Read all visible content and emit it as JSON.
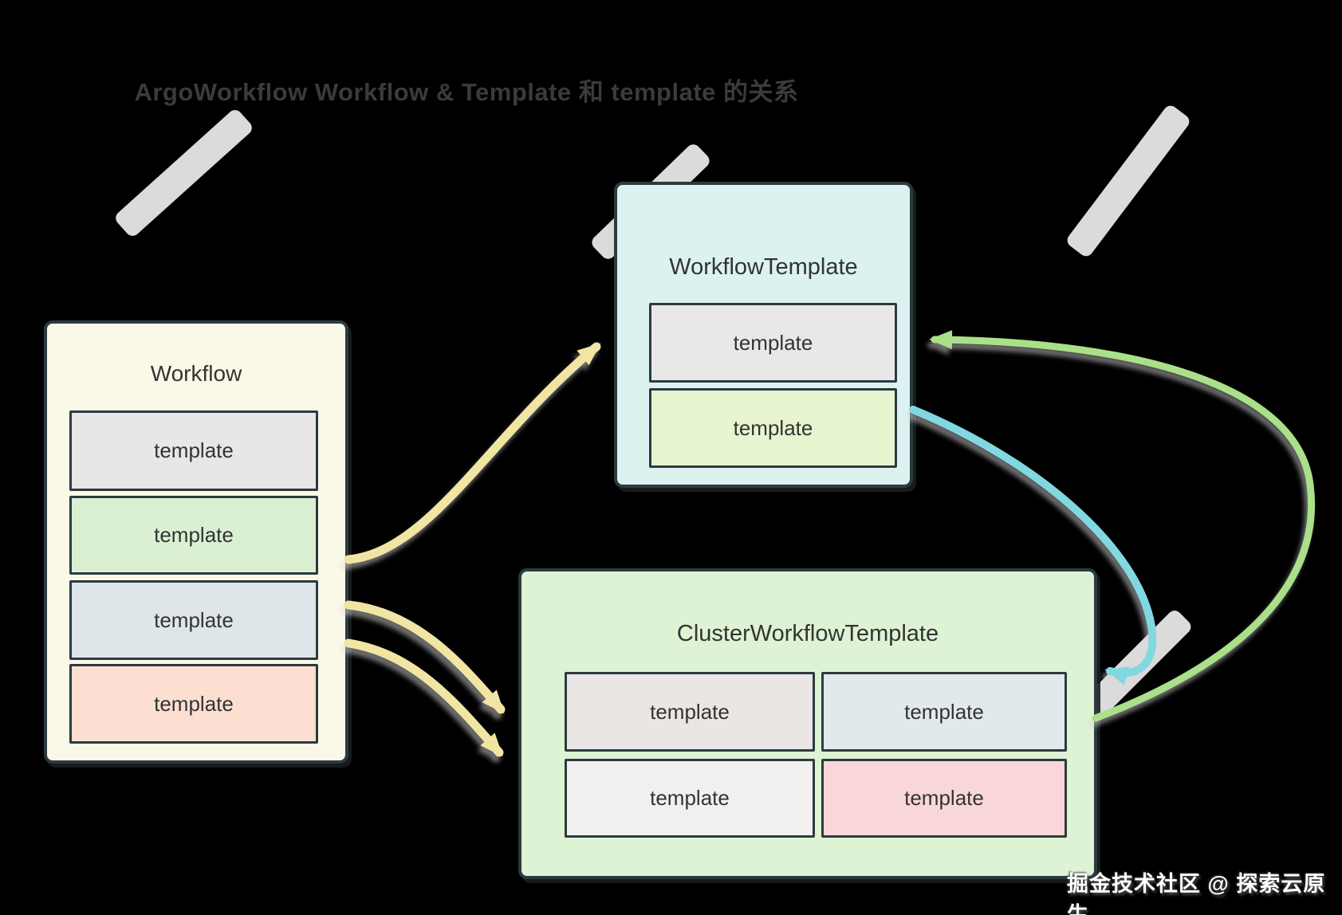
{
  "title": "ArgoWorkflow Workflow & Template 和 template 的关系",
  "watermark": "掘金技术社区 @ 探索云原生",
  "boxes": {
    "workflow": {
      "title": "Workflow",
      "templates": [
        {
          "label": "template",
          "color": "#e9e6e8"
        },
        {
          "label": "template",
          "color": "#dbf0d3"
        },
        {
          "label": "template",
          "color": "#dfe6e9"
        },
        {
          "label": "template",
          "color": "#fcdfd0"
        }
      ]
    },
    "workflow_template": {
      "title": "WorkflowTemplate",
      "templates": [
        {
          "label": "template",
          "color": "#eae7e8"
        },
        {
          "label": "template",
          "color": "#e7f5d1"
        }
      ]
    },
    "cluster_workflow_template": {
      "title": "ClusterWorkflowTemplate",
      "templates": [
        {
          "label": "template",
          "color": "#e9e6e4"
        },
        {
          "label": "template",
          "color": "#e2e9ea"
        },
        {
          "label": "template",
          "color": "#f1f0ee"
        },
        {
          "label": "template",
          "color": "#f9d7d8"
        }
      ]
    }
  },
  "arrows": [
    {
      "name": "workflow-to-workflowtemplate",
      "color": "#f1e5a3"
    },
    {
      "name": "workflow-to-clusterworkflowtemplate-1",
      "color": "#f1e5a3"
    },
    {
      "name": "workflow-to-clusterworkflowtemplate-2",
      "color": "#f1e5a3"
    },
    {
      "name": "clusterworkflowtemplate-to-workflowtemplate",
      "color": "#a9e089"
    },
    {
      "name": "workflowtemplate-to-clusterworkflowtemplate",
      "color": "#82d8e1"
    }
  ],
  "palette": {
    "background": "#000000",
    "box_border": "#2c3a40",
    "workflow_box": "#faf8e7",
    "workflow_template_box": "#dcf2f0",
    "cluster_workflow_template_box": "#def3d3",
    "title_text": "#3b3b3b",
    "label_text": "#333333",
    "watermark_band": "#ececec",
    "watermark_text": "#ffffff"
  }
}
